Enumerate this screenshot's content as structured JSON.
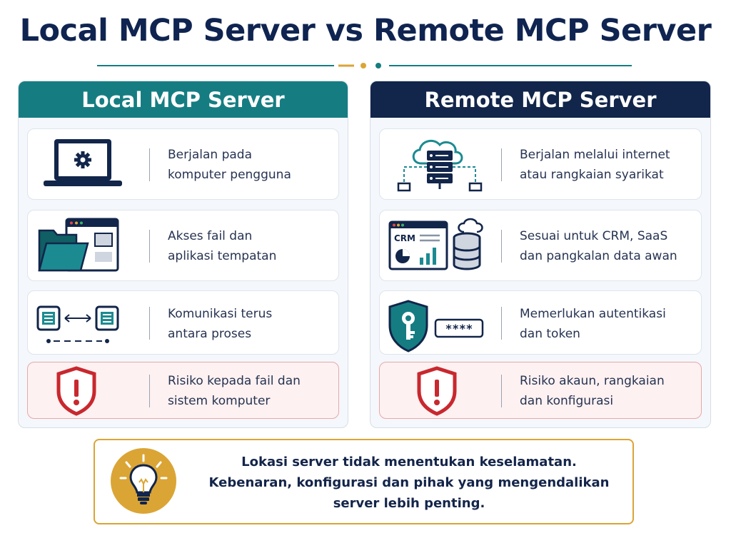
{
  "title": "Local MCP Server vs Remote MCP Server",
  "colors": {
    "teal": "#157d82",
    "navy": "#12254a",
    "gold": "#dba535",
    "risk_red": "#c8282e"
  },
  "left": {
    "header": "Local MCP Server",
    "rows": [
      {
        "icon": "laptop-gear-icon",
        "text": "Berjalan pada\nkomputer pengguna"
      },
      {
        "icon": "folder-window-icon",
        "text": "Akses fail dan\naplikasi tempatan"
      },
      {
        "icon": "process-link-icon",
        "text": "Komunikasi terus\nantara proses"
      },
      {
        "icon": "warning-shield-icon",
        "text": "Risiko kepada fail dan\nsistem komputer"
      }
    ]
  },
  "right": {
    "header": "Remote MCP Server",
    "rows": [
      {
        "icon": "cloud-server-icon",
        "text": "Berjalan melalui internet\natau rangkaian syarikat"
      },
      {
        "icon": "crm-database-icon",
        "text": "Sesuai untuk CRM, SaaS\ndan pangkalan data awan",
        "crm_label": "CRM"
      },
      {
        "icon": "key-shield-icon",
        "text": "Memerlukan autentikasi\ndan token",
        "token_mask": "****"
      },
      {
        "icon": "warning-shield-icon",
        "text": "Risiko akaun, rangkaian\ndan konfigurasi"
      }
    ]
  },
  "note": {
    "icon": "lightbulb-icon",
    "text": "Lokasi server tidak menentukan keselamatan.\nKebenaran, konfigurasi dan pihak yang mengendalikan\nserver lebih penting."
  }
}
